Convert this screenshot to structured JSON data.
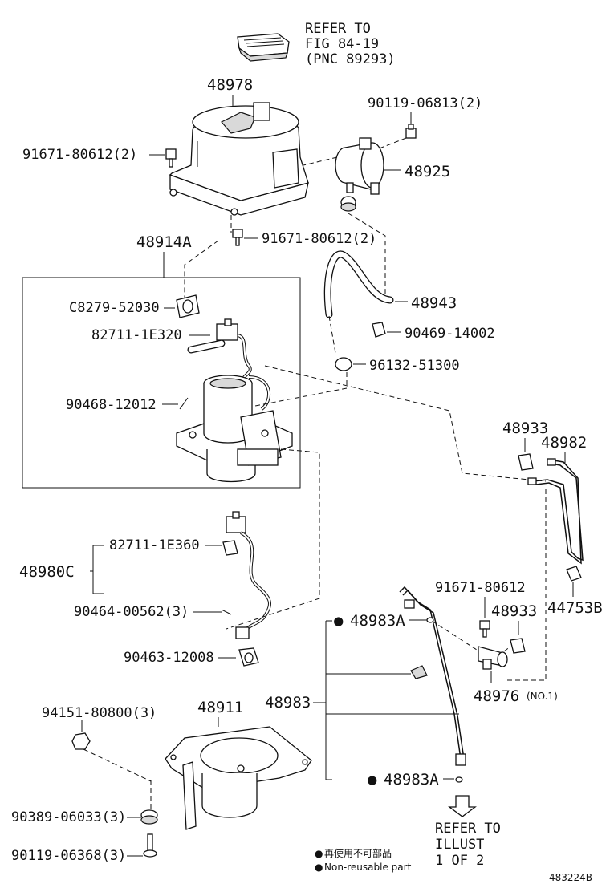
{
  "refer_top": {
    "line1": "REFER TO",
    "line2": "FIG 84-19",
    "line3": "(PNC 89293)"
  },
  "refer_bottom": {
    "line1": "REFER TO",
    "line2": "ILLUST",
    "line3": "1 OF 2"
  },
  "labels": {
    "p48978": "48978",
    "p90119_06813": "90119-06813(2)",
    "p91671_80612_2a": "91671-80612(2)",
    "p48925": "48925",
    "p48914A": "48914A",
    "p91671_80612_2b": "91671-80612(2)",
    "pC8279_52030": "C8279-52030",
    "p48943": "48943",
    "p82711_1E320": "82711-1E320",
    "p90469_14002": "90469-14002",
    "p96132_51300": "96132-51300",
    "p90468_12012": "90468-12012",
    "p48933a": "48933",
    "p48982": "48982",
    "p82711_1E360": "82711-1E360",
    "p48980C": "48980C",
    "p44753B": "44753B",
    "p91671_80612": "91671-80612",
    "p90464_00562": "90464-00562(3)",
    "p48983A_top": "48983A",
    "p48933b": "48933",
    "p90463_12008": "90463-12008",
    "p48976": "48976",
    "p48976_note": "(NO.1)",
    "p48983": "48983",
    "p94151_80800": "94151-80800(3)",
    "p48911": "48911",
    "p48983A_bottom": "48983A",
    "p90389_06033": "90389-06033(3)",
    "p90119_06368": "90119-06368(3)"
  },
  "legend": {
    "japanese": "再使用不可部品",
    "english": "Non-reusable part"
  },
  "diagram_id": "483224B"
}
